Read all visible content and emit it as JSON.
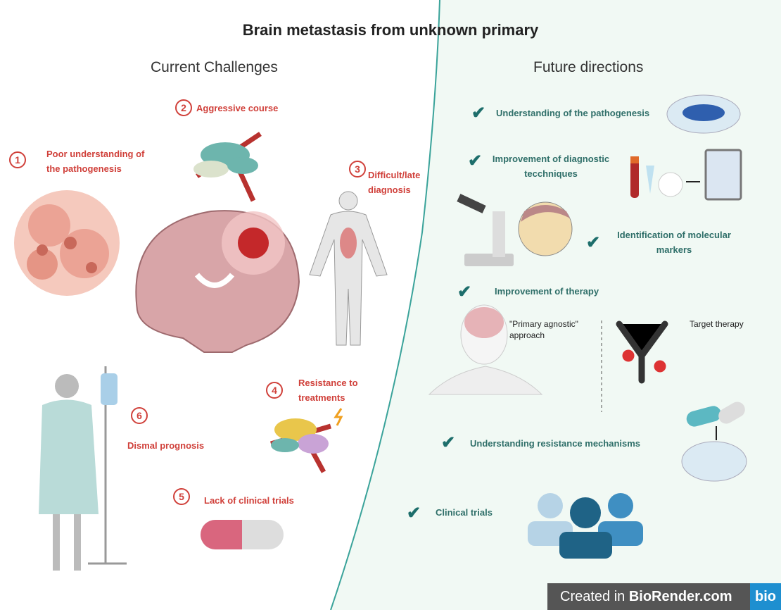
{
  "title": "Brain metastasis from unknown primary",
  "left": {
    "heading": "Current Challenges",
    "items": [
      {
        "num": "1",
        "label": "Poor understanding of the pathogenesis"
      },
      {
        "num": "2",
        "label": "Aggressive course"
      },
      {
        "num": "3",
        "label": "Difficult/late diagnosis"
      },
      {
        "num": "4",
        "label": "Resistance to treatments"
      },
      {
        "num": "5",
        "label": "Lack of clinical trials"
      },
      {
        "num": "6",
        "label": "Dismal prognosis"
      }
    ]
  },
  "right": {
    "heading": "Future directions",
    "items": [
      "Understanding of the pathogenesis",
      "Improvement of diagnostic tecchniques",
      "Identification of molecular markers",
      "Improvement of therapy",
      "Understanding resistance mechanisms",
      "Clinical trials"
    ],
    "approach": "\"Primary agnostic\" approach",
    "target": "Target therapy"
  },
  "footer": {
    "created": "Created in ",
    "brand": "BioRender.com",
    "logo": "bio"
  },
  "colors": {
    "red": "#d0403a",
    "teal": "#2f6f69",
    "panel": "#f1f9f4"
  }
}
